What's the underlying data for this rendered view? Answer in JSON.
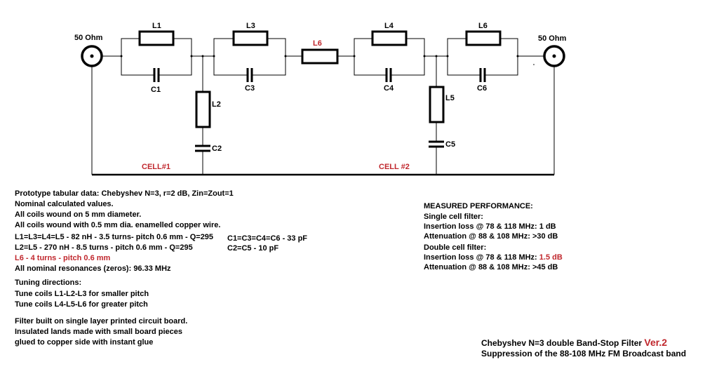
{
  "schematic": {
    "port_left": "50 Ohm",
    "port_right": "50 Ohm",
    "components": {
      "L1": "L1",
      "C1": "C1",
      "L2": "L2",
      "C2": "C2",
      "L3": "L3",
      "C3": "C3",
      "L6": "L6",
      "L4": "L4",
      "C4": "C4",
      "L5": "L5",
      "C5": "C5",
      "L6b": "L6",
      "C6": "C6"
    },
    "cell1": "CELL#1",
    "cell2": "CELL #2",
    "colors": {
      "wire": "#000000",
      "highlight": "#c0272d"
    }
  },
  "notes": {
    "proto": "Prototype tabular data: Chebyshev N=3, r=2 dB, Zin=Zout=1",
    "nominal": "Nominal calculated values.",
    "diameter": "All coils wound on 5 mm diameter.",
    "wire": "All coils wound with 0.5 mm dia. enamelled copper wire.",
    "coil_a": "L1=L3=L4=L5 - 82 nH - 3.5 turns- pitch 0.6 mm - Q=295",
    "coil_b": "L2=L5 - 270 nH - 8.5 turns - pitch 0.6 mm - Q=295",
    "cap_a": "C1=C3=C4=C6 - 33 pF",
    "cap_b": "C2=C5 - 10 pF",
    "l6": "L6 - 4 turns - pitch 0.6 mm",
    "resonance": "All nominal resonances (zeros): 96.33 MHz",
    "tuning_title": "Tuning directions:",
    "tune_1": "Tune coils L1-L2-L3 for smaller pitch",
    "tune_2": "Tune coils L4-L5-L6 for greater pitch",
    "build_1": "Filter built on single layer printed circuit board.",
    "build_2": "Insulated lands made with small board pieces",
    "build_3": "glued to copper side with instant glue"
  },
  "performance": {
    "title": "MEASURED PERFORMANCE:",
    "single": "Single cell filter:",
    "single_il": "Insertion loss @ 78 & 118 MHz: 1 dB",
    "single_att": "Attenuation @ 88 & 108 MHz: >30 dB",
    "double": "Double cell filter:",
    "double_il_prefix": "Insertion loss @ 78 & 118 MHz: ",
    "double_il_value": "1.5 dB",
    "double_att": "Attenuation @ 88 & 108 MHz: >45 dB"
  },
  "footer": {
    "title": "Chebyshev N=3 double Band-Stop Filter",
    "version": "Ver.2",
    "subtitle": "Suppression of the 88-108 MHz FM Broadcast band"
  }
}
